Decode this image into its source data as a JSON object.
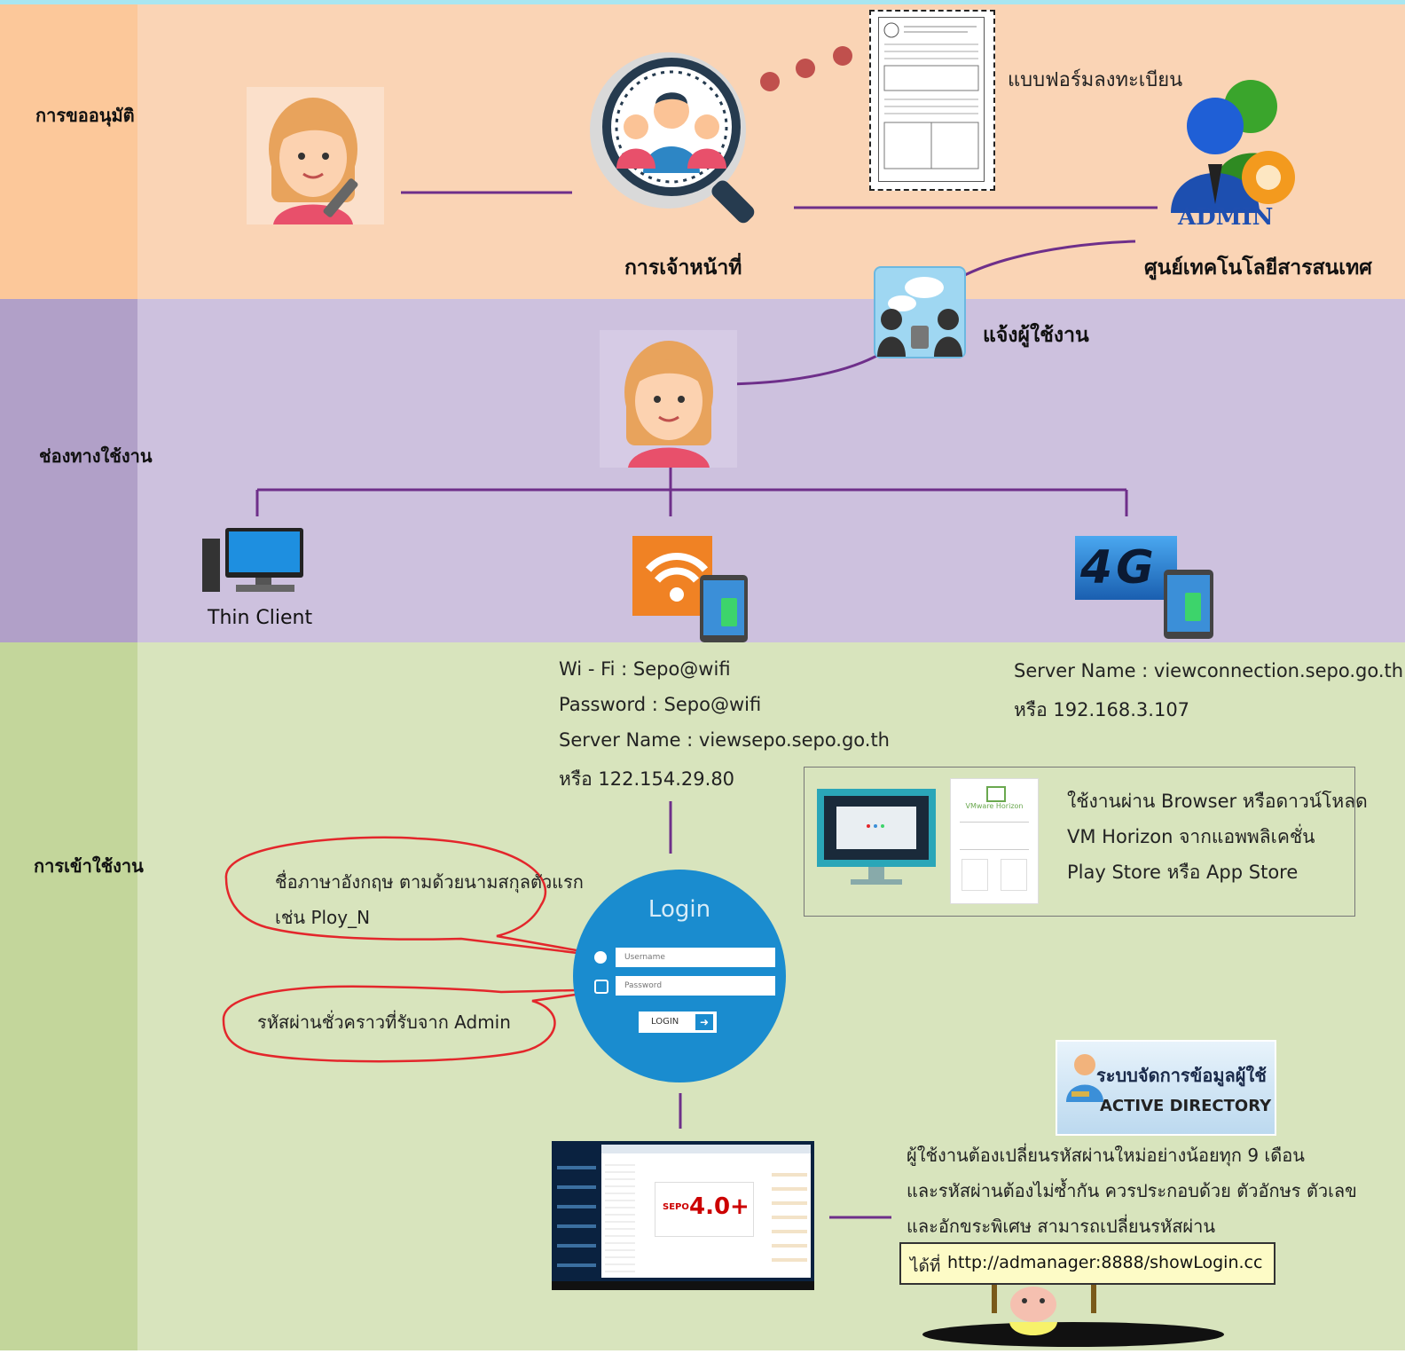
{
  "sections": {
    "approval": "การขออนุมัติ",
    "channels": "ช่องทางใช้งาน",
    "access": "การเข้าใช้งาน"
  },
  "approval": {
    "officer_label": "การเจ้าหน้าที่",
    "form_label": "แบบฟอร์มลงทะเบียน",
    "it_center_label": "ศูนย์เทคโนโลยีสารสนเทศ",
    "admin_badge": "ADMIN"
  },
  "channels": {
    "notify_label": "แจ้งผู้ใช้งาน",
    "thin_client_label": "Thin Client",
    "fourg_badge": "4G"
  },
  "wifi_info": {
    "line1": "Wi - Fi : Sepo@wifi",
    "line2": "Password : Sepo@wifi",
    "line3": "Server Name : viewsepo.sepo.go.th",
    "line4": "หรือ 122.154.29.80"
  },
  "fourg_info": {
    "line1": "Server Name : viewconnection.sepo.go.th",
    "line2": "หรือ 192.168.3.107"
  },
  "horizon_info": {
    "line1": "ใช้งานผ่าน Browser หรือดาวน์โหลด",
    "line2": "VM Horizon จากแอพพลิเคชั่น",
    "line3": "Play Store หรือ App Store",
    "card_title": "VMware Horizon"
  },
  "callouts": {
    "username_note_line1": "ชื่อภาษาอังกฤษ ตามด้วยนามสกุลตัวแรก",
    "username_note_line2": "เช่น Ploy_N",
    "password_note": "รหัสผ่านชั่วคราวที่รับจาก Admin"
  },
  "login": {
    "title": "Login",
    "username_placeholder": "Username",
    "password_placeholder": "Password",
    "button": "LOGIN"
  },
  "active_directory": {
    "title": "ระบบจัดการข้อมูลผู้ใช้",
    "subtitle": "ACTIVE DIRECTORY"
  },
  "password_policy": {
    "line1": "ผู้ใช้งานต้องเปลี่ยนรหัสผ่านใหม่อย่างน้อยทุก 9 เดือน",
    "line2": "และรหัสผ่านต้องไม่ซ้ำกัน ควรประกอบด้วย ตัวอักษร ตัวเลข",
    "line3": "และอักขระพิเศษ สามารถเปลี่ยนรหัสผ่าน",
    "url_prefix": "ได้ที่",
    "url": "http://admanager:8888/showLogin.cc"
  },
  "desktop_screenshot": {
    "badge": "SEPO",
    "version": "4.0+"
  },
  "colors": {
    "approval_bg": "#fad4b5",
    "approval_label_bg": "#fcc89a",
    "channels_bg": "#cdc1de",
    "channels_label_bg": "#b1a0c8",
    "access_bg": "#d8e4bd",
    "access_label_bg": "#c3d69b",
    "connector": "#6e2f8a",
    "callout": "#e3262b",
    "login_blue": "#1a8ccf"
  }
}
